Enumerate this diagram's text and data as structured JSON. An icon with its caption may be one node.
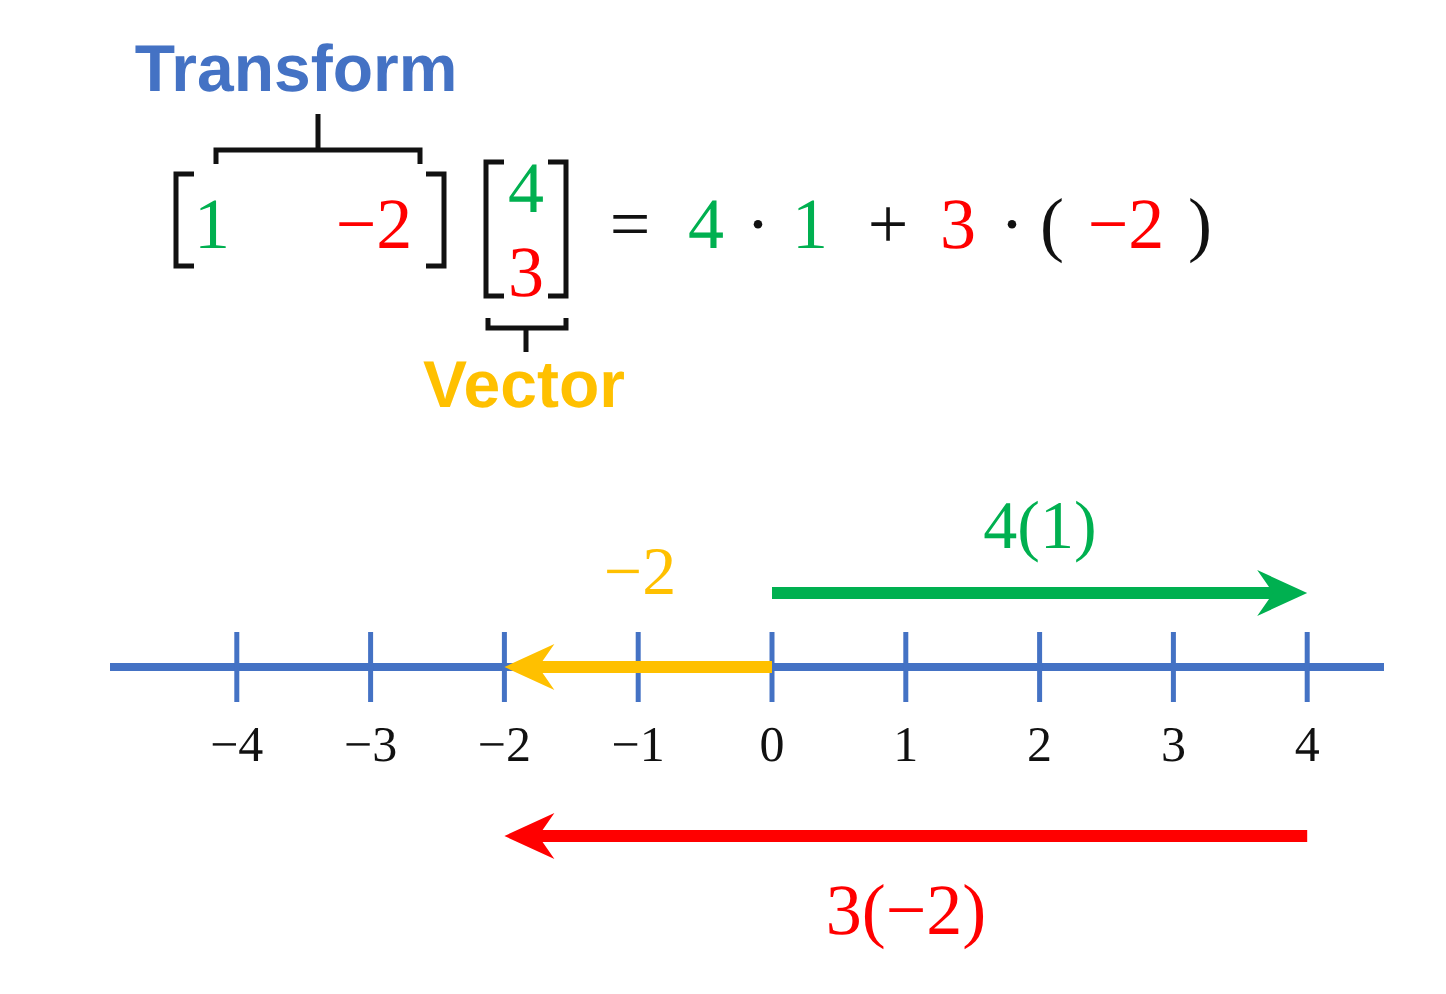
{
  "diagram": {
    "labels": [
      "Transform",
      "1",
      "−2",
      "4",
      "3",
      "=",
      "4",
      "·",
      "1",
      "+",
      "3",
      "·",
      "(",
      "−2",
      ")",
      "Vector",
      "4(1)",
      "−2",
      "−4",
      "−3",
      "−2",
      "−1",
      "0",
      "1",
      "2",
      "3",
      "4",
      "3(−2)"
    ]
  }
}
